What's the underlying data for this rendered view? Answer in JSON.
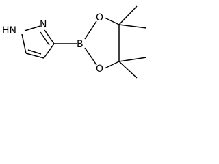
{
  "molecule": {
    "atoms": {
      "nh": "HN",
      "n": "N",
      "b": "B",
      "o_top": "O",
      "o_bottom": "O"
    }
  }
}
